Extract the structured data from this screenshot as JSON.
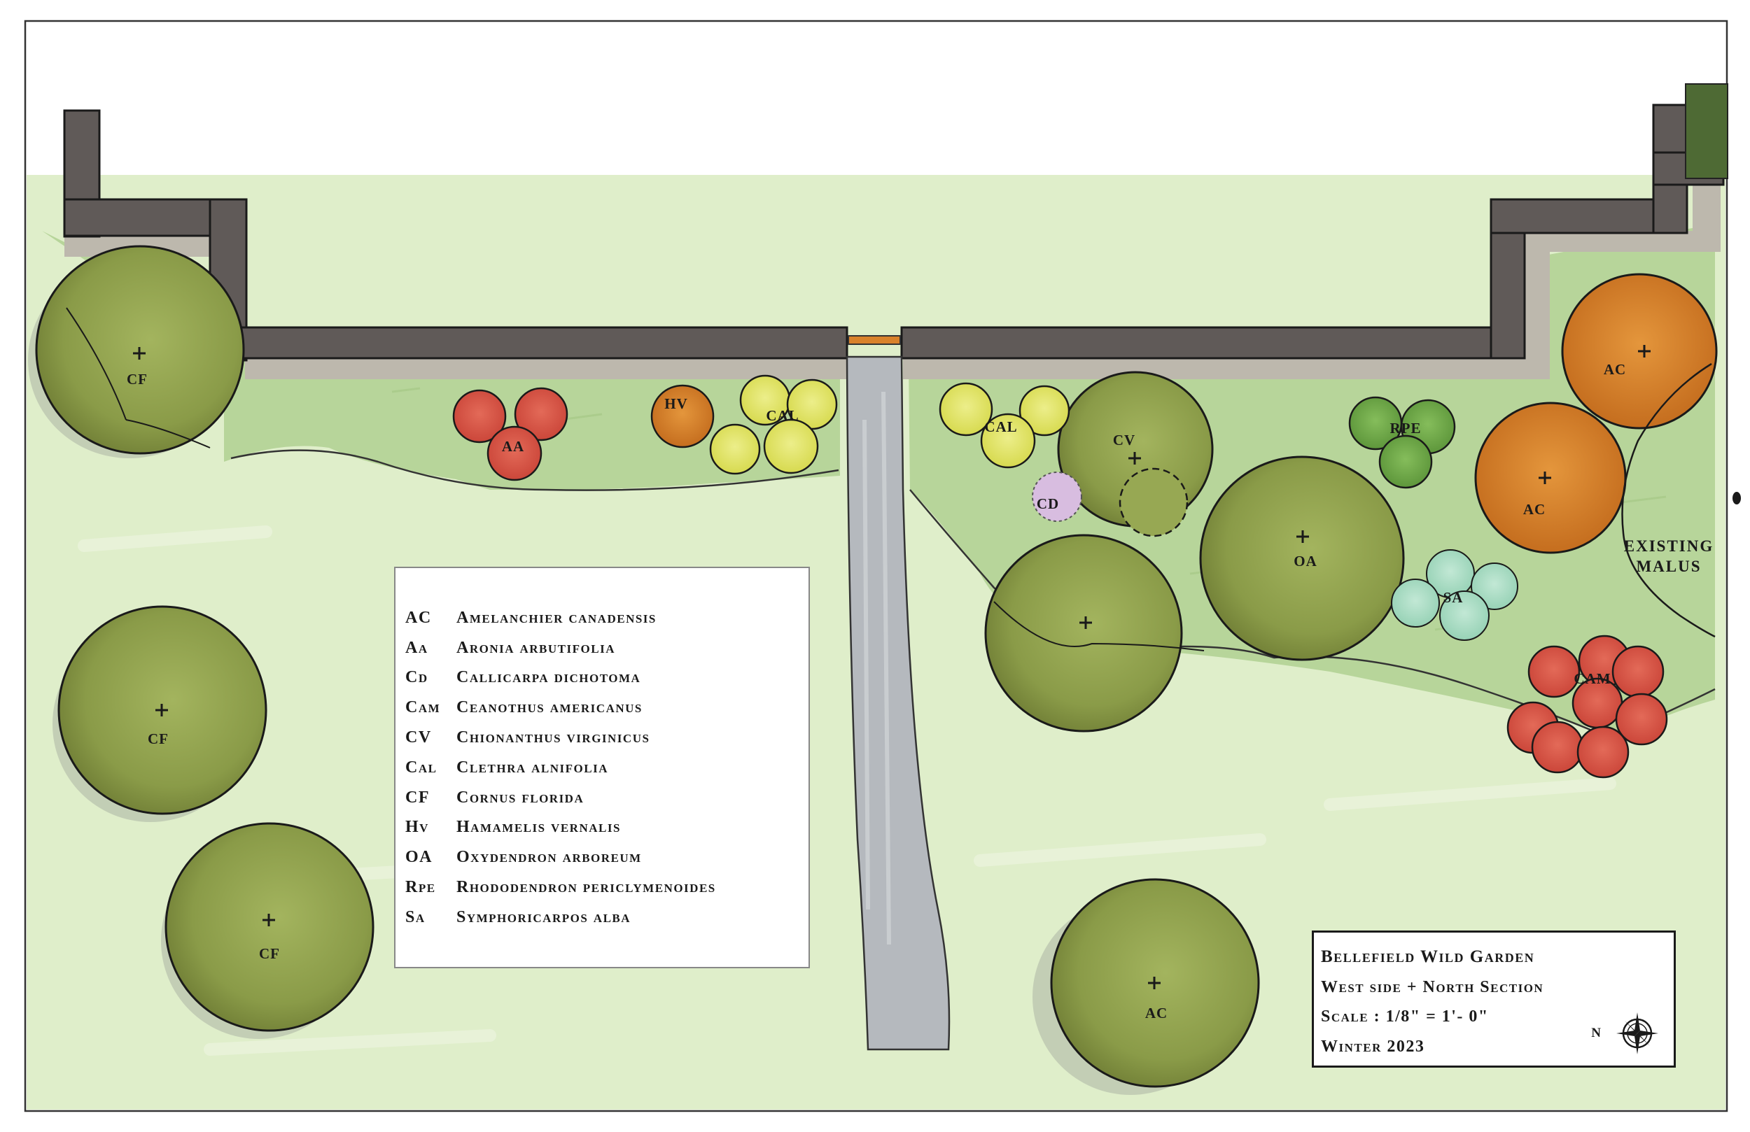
{
  "plants": {
    "cf1": "CF",
    "cf2": "CF",
    "cf3": "CF",
    "aa": "AA",
    "hv": "HV",
    "cal1": "CAL",
    "cal2": "CAL",
    "cd": "CD",
    "cv": "CV",
    "oa": "OA",
    "rpe": "RPE",
    "ac1": "AC",
    "ac2": "AC",
    "ac3": "AC",
    "sa": "SA",
    "cam": "CAM"
  },
  "existing_note": [
    "EXISTING",
    "MALUS"
  ],
  "legend": [
    {
      "code": "AC",
      "name": "Amelanchier canadensis"
    },
    {
      "code": "Aa",
      "name": "Aronia arbutifolia"
    },
    {
      "code": "Cd",
      "name": "Callicarpa dichotoma"
    },
    {
      "code": "Cam",
      "name": "Ceanothus americanus"
    },
    {
      "code": "CV",
      "name": "Chionanthus virginicus"
    },
    {
      "code": "Cal",
      "name": "Clethra alnifolia"
    },
    {
      "code": "CF",
      "name": "Cornus florida"
    },
    {
      "code": "Hv",
      "name": "Hamamelis vernalis"
    },
    {
      "code": "OA",
      "name": "Oxydendron arboreum"
    },
    {
      "code": "Rpe",
      "name": "Rhododendron periclymenoides"
    },
    {
      "code": "Sa",
      "name": "Symphoricarpos alba"
    }
  ],
  "title_block": {
    "title": "Bellefield Wild Garden",
    "subtitle": "West side + North Section",
    "scale": "Scale : 1/8\" = 1'- 0\"",
    "date": "Winter 2023",
    "north": "N"
  },
  "colors": {
    "canopy": "#8d9e4a",
    "lawn": "#dcecc4",
    "bed": "#b9d79c",
    "path": "#b5b9be",
    "wall": "#6a6462",
    "fall_orange": "#d9822b",
    "red_shrub": "#d9574a",
    "yellow_shrub": "#e2e46a",
    "mint_shrub": "#a7dcc3",
    "green_shrub": "#6fa84a",
    "lilac_shrub": "#d8bde0"
  }
}
